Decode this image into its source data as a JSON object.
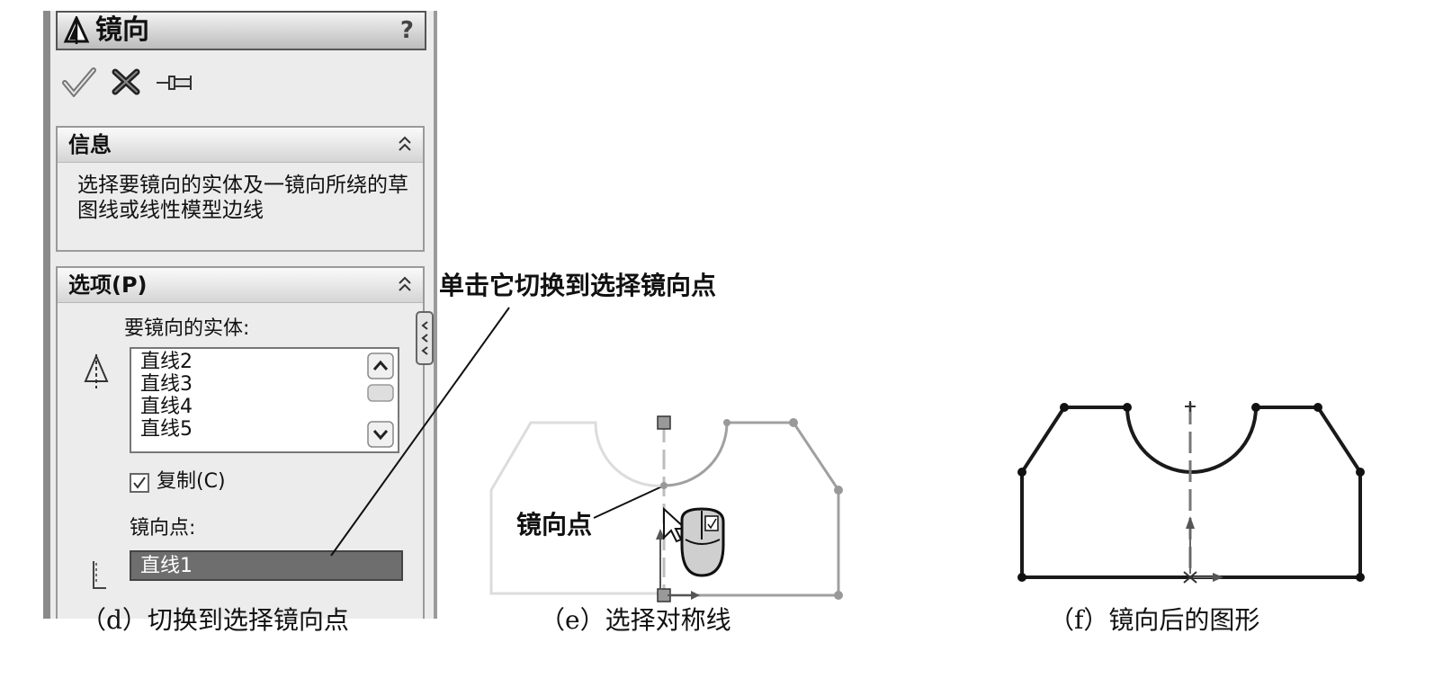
{
  "window": {
    "title": "镜向",
    "help": "?"
  },
  "toolbar": {
    "ok_icon": "check-icon",
    "cancel_icon": "close-icon",
    "pin_icon": "pushpin-icon"
  },
  "info": {
    "title": "信息",
    "text": "选择要镜向的实体及一镜向所绕的草图线或线性模型边线"
  },
  "options": {
    "title": "选项(P)",
    "entities_label": "要镜向的实体:",
    "entities": [
      "直线2",
      "直线3",
      "直线4",
      "直线5"
    ],
    "copy_label": "复制(C)",
    "copy_checked": true,
    "mirror_point_label": "镜向点:",
    "mirror_point_value": "直线1"
  },
  "annotations": {
    "switch_callout": "单击它切换到选择镜向点",
    "mirror_point": "镜向点"
  },
  "captions": {
    "d": "（d）切换到选择镜向点",
    "e": "（e）选择对称线",
    "f": "（f）镜向后的图形"
  },
  "colors": {
    "panel_bg": "#ececec",
    "selected_field": "#6e6e6e",
    "sketch_light": "#d8d8d8",
    "sketch_mid": "#9c9c9c",
    "sketch_dark": "#1a1a1a"
  }
}
